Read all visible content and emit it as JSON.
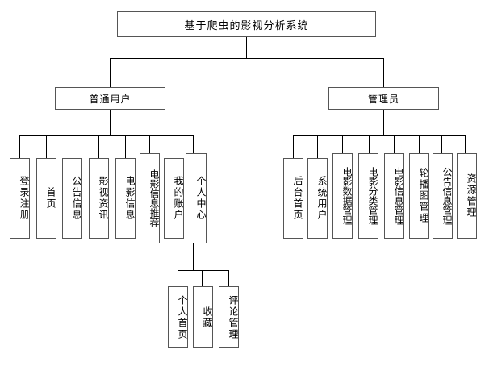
{
  "diagram": {
    "type": "system-function-tree",
    "root": {
      "label": "基于爬虫的影视分析系统"
    },
    "branches": [
      {
        "id": "normal-user",
        "label": "普通用户",
        "children": [
          {
            "label": "登录注册"
          },
          {
            "label": "首页"
          },
          {
            "label": "公告信息"
          },
          {
            "label": "影视资讯"
          },
          {
            "label": "电影信息"
          },
          {
            "label": "电影信息推荐"
          },
          {
            "label": "我的账户"
          },
          {
            "label": "个人中心",
            "children": [
              {
                "label": "个人首页"
              },
              {
                "label": "收藏"
              },
              {
                "label": "评论管理"
              }
            ]
          }
        ]
      },
      {
        "id": "administrator",
        "label": "管理员",
        "children": [
          {
            "label": "后台首页"
          },
          {
            "label": "系统用户"
          },
          {
            "label": "电影数据管理"
          },
          {
            "label": "电影分类管理"
          },
          {
            "label": "电影信息管理"
          },
          {
            "label": "轮播图管理"
          },
          {
            "label": "公告信息管理"
          },
          {
            "label": "资源管理"
          }
        ]
      }
    ],
    "colors": {
      "box_border": "#555555",
      "line": "#000000",
      "background": "#ffffff",
      "text": "#000000"
    }
  }
}
